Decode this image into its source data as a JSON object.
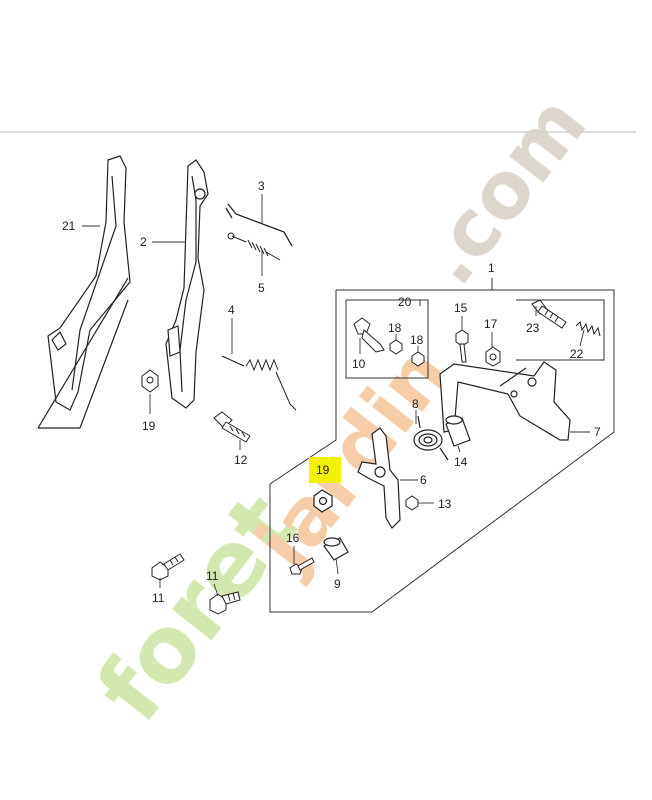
{
  "diagram": {
    "highlight_color": "#f2f200",
    "line_color": "#333333",
    "watermark": {
      "text_a": "foret",
      "text_b": "jardin",
      "text_c": ".com",
      "color_green": "#cfe6a8",
      "color_orange": "#f4c9a0",
      "color_grey": "#d8d2c8"
    },
    "callouts": {
      "c1": "1",
      "c2": "2",
      "c3": "3",
      "c4": "4",
      "c5": "5",
      "c6": "6",
      "c7": "7",
      "c8": "8",
      "c9": "9",
      "c10": "10",
      "c11a": "11",
      "c11b": "11",
      "c12": "12",
      "c13": "13",
      "c14": "14",
      "c15": "15",
      "c16": "16",
      "c17": "17",
      "c18a": "18",
      "c18b": "18",
      "c19a": "19",
      "c19b": "19",
      "c20": "20",
      "c21": "21",
      "c22": "22",
      "c23": "23"
    },
    "highlighted_part": "19"
  }
}
